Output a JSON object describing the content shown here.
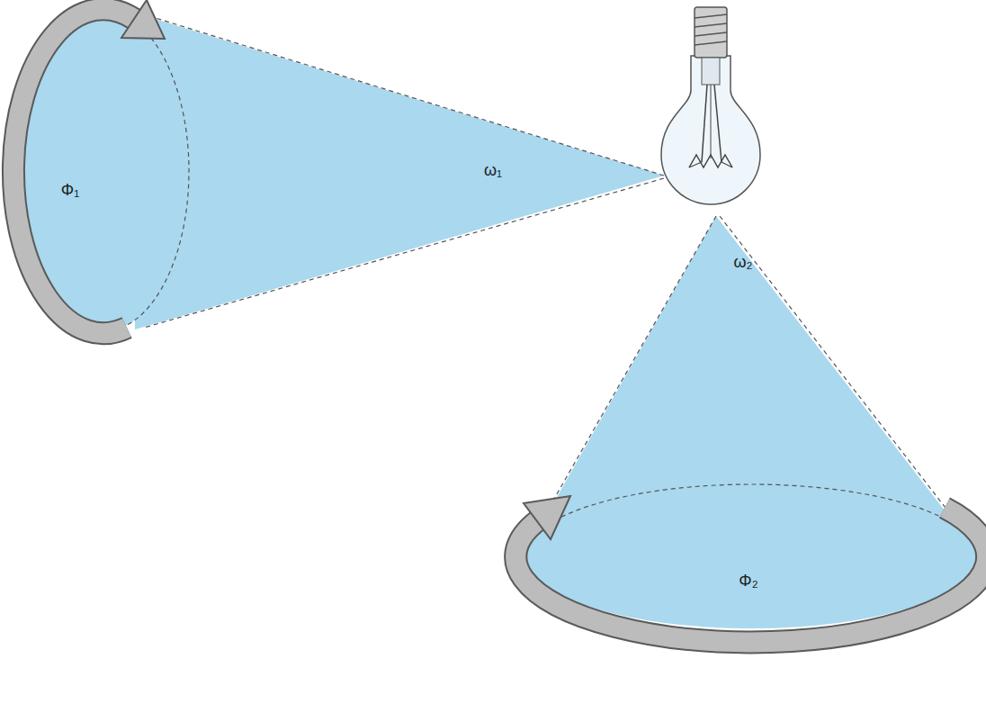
{
  "diagram": {
    "labels": [
      "Φ₁",
      "ω₁",
      "ω₂",
      "Φ₂"
    ]
  }
}
